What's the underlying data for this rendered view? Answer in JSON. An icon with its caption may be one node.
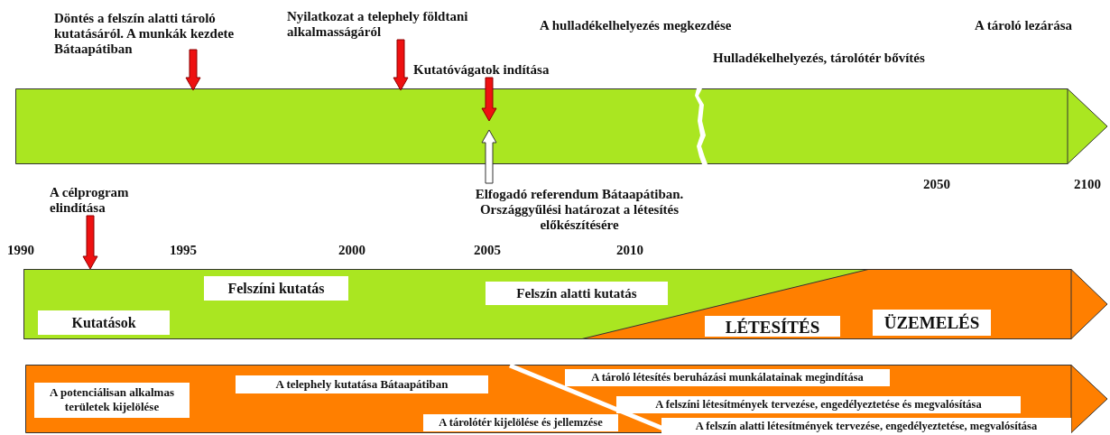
{
  "diagram": {
    "nodes": [
      {
        "text": [],
        "shape": "bar"
      },
      {
        "text": [
          "Döntés a felszín alatti tároló kutatásáról. A munkák kezdete Bátaapátiban"
        ]
      },
      {
        "text": [
          "Nyilatkozat a telephely földtani alkalmasságáról"
        ]
      },
      {
        "text": [
          "Kutatóvágatok indítása"
        ]
      },
      {
        "text": [
          "Elfogadó referendum Bátaapátiban. Országgyűlési határozat a létesítés előkészítésére"
        ]
      },
      {
        "text": [
          "A célprogram elindítása"
        ]
      },
      {
        "text": [],
        "shape": "bar"
      },
      {
        "text": [
          "Kutatások"
        ],
        "in": 6
      },
      {
        "text": [
          "Felszíni kutatás"
        ],
        "in": 6
      },
      {
        "text": [
          "Felszín alatti kutatás"
        ],
        "in": 6
      },
      {
        "text": [
          "LÉTESÍTÉS"
        ],
        "in": 6
      },
      {
        "text": [
          "ÜZEMELÉS"
        ],
        "in": 6
      },
      {
        "text": [],
        "shape": "bar"
      },
      {
        "text": [
          "A potenciálisan alkalmas területek kijelölése"
        ],
        "in": 12
      },
      {
        "text": [
          "A telephely kutatása Bátaapátiban"
        ],
        "in": 12
      },
      {
        "text": [
          "A tároló létesítés beruházási munkálatainak megindítása"
        ],
        "in": 12
      },
      {
        "text": [
          "A felszíni létesítmények tervezése, engedélyeztetése és megvalósítása"
        ],
        "in": 12
      },
      {
        "text": [
          "A tárolótér kijelölése és jellemzése"
        ],
        "in": 12
      },
      {
        "text": [
          "A felszín alatti létesítmények tervezése, engedélyeztetése, megvalósítása"
        ],
        "in": 12
      }
    ],
    "edges": [
      {
        "from": 1,
        "to": 0,
        "arrow": "to"
      },
      {
        "from": 2,
        "to": 0,
        "arrow": "to"
      },
      {
        "from": 3,
        "to": 0,
        "arrow": "to"
      },
      {
        "from": 4,
        "to": 0,
        "arrow": "to",
        "color": "#ffffff"
      },
      {
        "from": 5,
        "to": 6,
        "arrow": "to"
      }
    ],
    "labels": [
      "A hulladékelhelyezés megkezdése",
      "A tároló lezárása",
      "Hulladékelhelyezés, tárolótér bővítés",
      "2050",
      "2100",
      "1990",
      "1995",
      "2000",
      "2005",
      "2010"
    ]
  }
}
